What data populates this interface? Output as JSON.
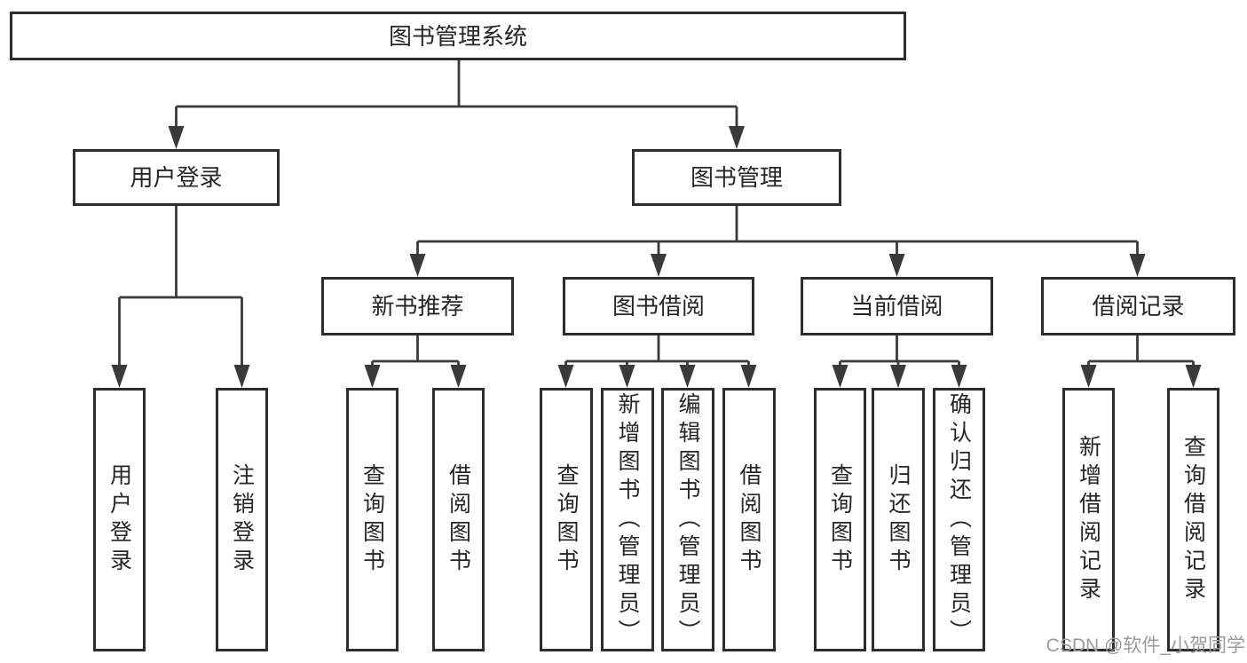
{
  "colors": {
    "line": "#3a3a3a",
    "border": "#2d2d2d",
    "text": "#262626",
    "background": "#ffffff"
  },
  "watermark": {
    "text": "CSDN @软件_小贺同学",
    "color": "#9b9b9b"
  },
  "tree": {
    "label": "图书管理系统",
    "children": [
      {
        "label": "用户登录",
        "children": [
          {
            "label": "用户登录"
          },
          {
            "label": "注销登录"
          }
        ]
      },
      {
        "label": "图书管理",
        "children": [
          {
            "label": "新书推荐",
            "children": [
              {
                "label": "查询图书"
              },
              {
                "label": "借阅图书"
              }
            ]
          },
          {
            "label": "图书借阅",
            "children": [
              {
                "label": "查询图书"
              },
              {
                "label": "新增图书（管理员）"
              },
              {
                "label": "编辑图书（管理员）"
              },
              {
                "label": "借阅图书"
              }
            ]
          },
          {
            "label": "当前借阅",
            "children": [
              {
                "label": "查询图书"
              },
              {
                "label": "归还图书"
              },
              {
                "label": "确认归还（管理员）"
              }
            ]
          },
          {
            "label": "借阅记录",
            "children": [
              {
                "label": "新增借阅记录"
              },
              {
                "label": "查询借阅记录"
              }
            ]
          }
        ]
      }
    ]
  }
}
